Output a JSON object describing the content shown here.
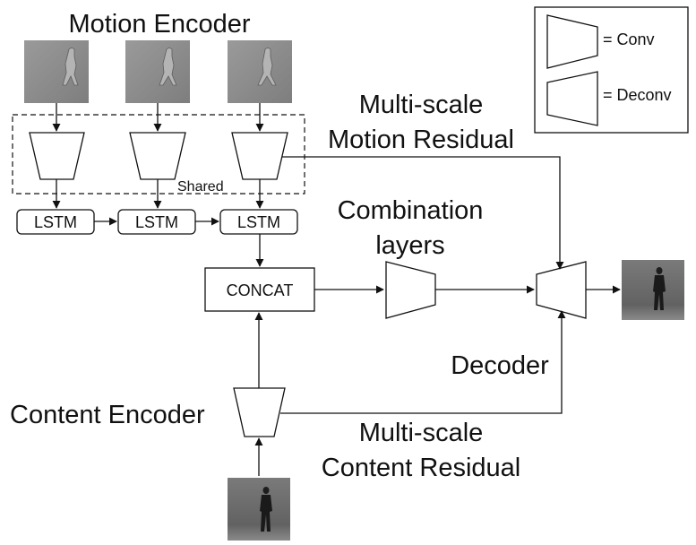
{
  "labels": {
    "motion_encoder": "Motion Encoder",
    "shared": "Shared",
    "lstm": "LSTM",
    "concat": "CONCAT",
    "combination_line1": "Combination",
    "combination_line2": "layers",
    "decoder": "Decoder",
    "content_encoder": "Content Encoder",
    "motion_residual_line1": "Multi-scale",
    "motion_residual_line2": "Motion Residual",
    "content_residual_line1": "Multi-scale",
    "content_residual_line2": "Content Residual"
  },
  "legend": {
    "conv": "= Conv",
    "deconv": "= Deconv"
  },
  "colors": {
    "frame_bg": "#8c8c8c",
    "photo_bg": "#6e6e6e",
    "stroke": "#111111"
  }
}
